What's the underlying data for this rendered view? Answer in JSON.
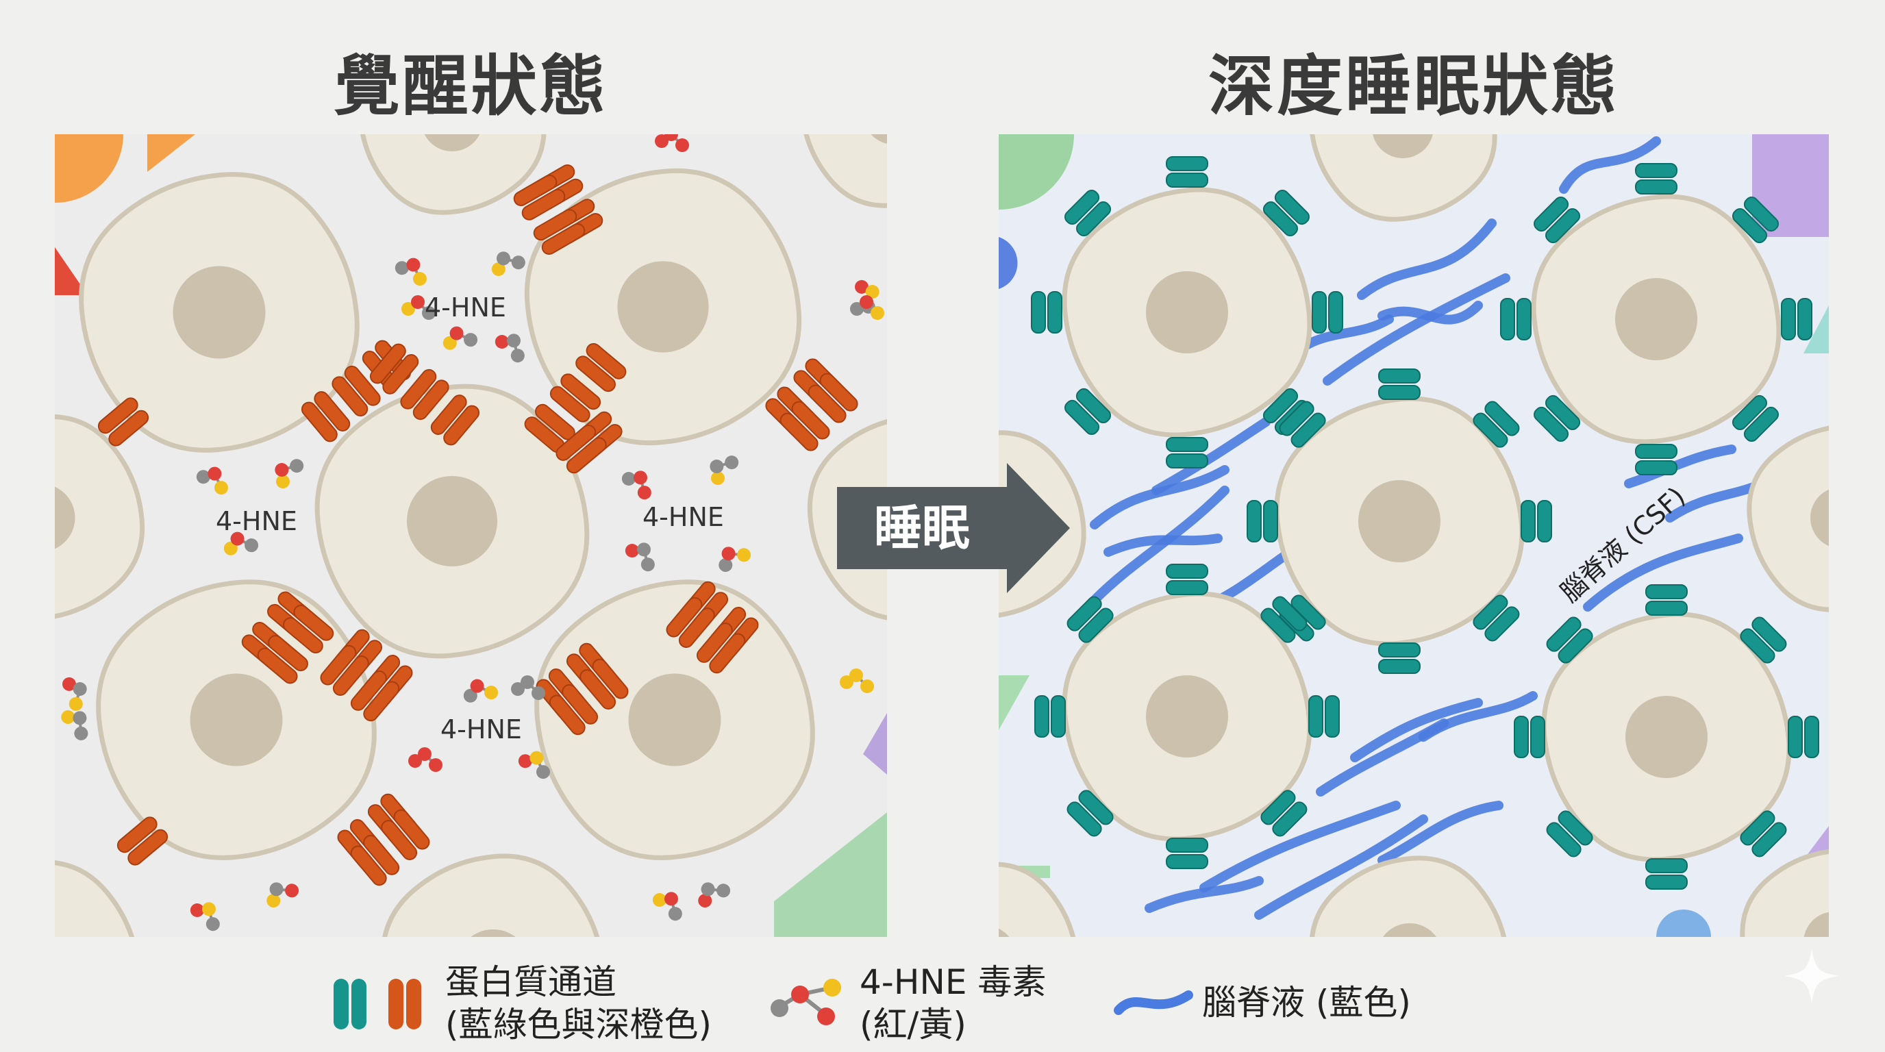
{
  "titles": {
    "left": "覺醒狀態",
    "right": "深度睡眠狀態"
  },
  "arrow": {
    "label": "睡眠",
    "color": "#545b5f"
  },
  "left_panel": {
    "hne_labels": [
      "4-HNE",
      "4-HNE",
      "4-HNE",
      "4-HNE"
    ],
    "channel_color": "#d4561a"
  },
  "right_panel": {
    "csf_label": "腦脊液 (CSF)",
    "channel_color": "#17958c",
    "csf_color": "#4a7be0"
  },
  "colors": {
    "cell_fill": "#ece8dc",
    "cell_border": "#cfc6b4",
    "nucleus": "#cbc1ad",
    "toxin_red": "#e0403a",
    "toxin_yellow": "#f2c01e",
    "toxin_gray": "#8c8c8c"
  },
  "legend": {
    "channels": {
      "line1": "蛋白質通道",
      "line2": "(藍綠色與深橙色)"
    },
    "toxin": {
      "line1": "4-HNE 毒素",
      "line2": "(紅/黃)"
    },
    "csf": {
      "line1": "腦脊液 (藍色)"
    }
  }
}
